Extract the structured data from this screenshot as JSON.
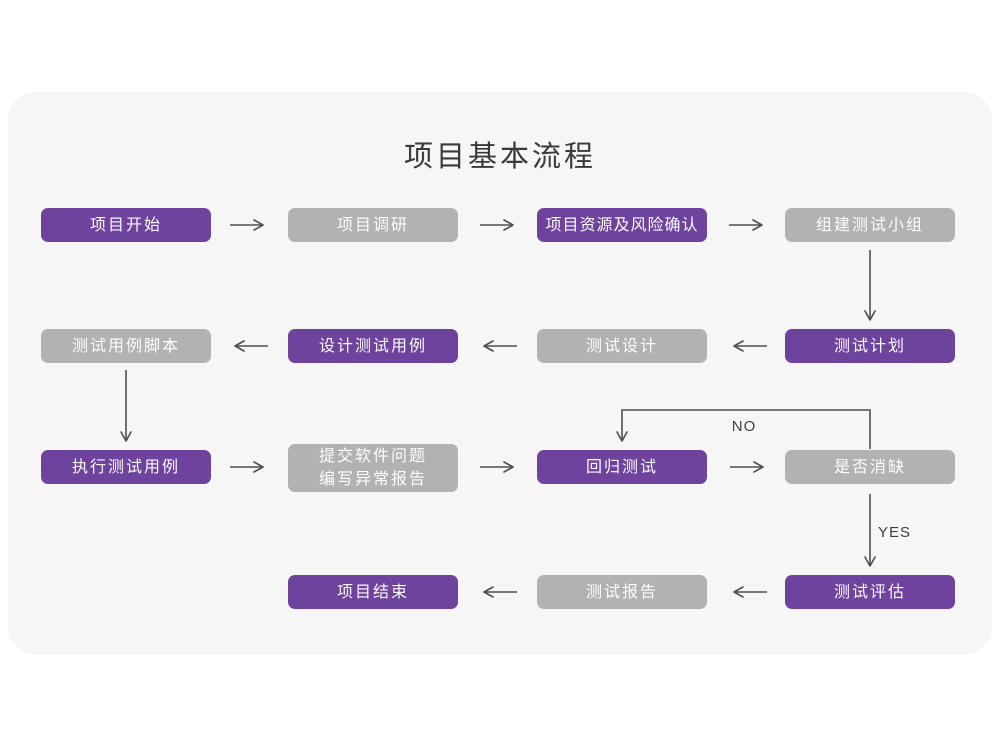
{
  "title": "项目基本流程",
  "colors": {
    "node_purple": "#6d439e",
    "node_gray": "#b2b2b2",
    "card_background": "#f6f6f6",
    "page_background": "#ffffff",
    "arrow": "#4f4f4f",
    "title_text": "#3a3a3a",
    "node_text": "#ffffff"
  },
  "nodes": [
    {
      "id": "project-start",
      "label": "项目开始",
      "variant": "purple"
    },
    {
      "id": "project-research",
      "label": "项目调研",
      "variant": "gray"
    },
    {
      "id": "resources-and-risk",
      "label": "项目资源及风险确认",
      "variant": "purple"
    },
    {
      "id": "build-test-team",
      "label": "组建测试小组",
      "variant": "gray"
    },
    {
      "id": "test-case-scripts",
      "label": "测试用例脚本",
      "variant": "gray"
    },
    {
      "id": "design-test-cases",
      "label": "设计测试用例",
      "variant": "purple"
    },
    {
      "id": "test-design",
      "label": "测试设计",
      "variant": "gray"
    },
    {
      "id": "test-plan",
      "label": "测试计划",
      "variant": "purple"
    },
    {
      "id": "execute-test-cases",
      "label": "执行测试用例",
      "variant": "purple"
    },
    {
      "id": "submit-issues-report",
      "label": "提交软件问题\n编写异常报告",
      "variant": "gray"
    },
    {
      "id": "regression-test",
      "label": "回归测试",
      "variant": "purple"
    },
    {
      "id": "defects-cleared",
      "label": "是否消缺",
      "variant": "gray"
    },
    {
      "id": "project-end",
      "label": "项目结束",
      "variant": "purple"
    },
    {
      "id": "test-report",
      "label": "测试报告",
      "variant": "gray"
    },
    {
      "id": "test-evaluation",
      "label": "测试评估",
      "variant": "purple"
    }
  ],
  "edge_labels": {
    "no": "NO",
    "yes": "YES"
  }
}
